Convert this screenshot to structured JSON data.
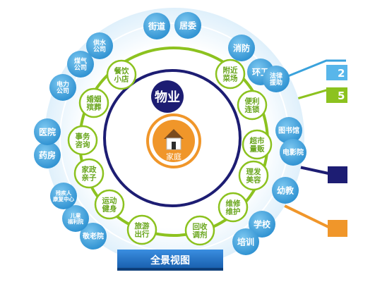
{
  "center": {
    "label": "家庭"
  },
  "management": {
    "label": "物业"
  },
  "middle_ring": [
    "餐饮\n小店",
    "附近\n菜场",
    "便利\n连锁",
    "超市\n量贩",
    "理发\n美容",
    "维修\n维护",
    "回收\n调剂",
    "旅游\n出行",
    "运动\n健身",
    "家政\n亲子",
    "事务\n咨询",
    "婚姻\n殡葬"
  ],
  "outer_ring": [
    "街道",
    "居委",
    "消防",
    "环卫",
    "法律\n援助",
    "图书馆",
    "电影院",
    "幼教",
    "学校",
    "培训",
    "敬老院",
    "儿童\n福利院",
    "残疾人\n康复中心",
    "药房",
    "医院",
    "电力\n公司",
    "煤气\n公司",
    "供水\n公司"
  ],
  "right_labels": [
    "2",
    "5"
  ],
  "footer": {
    "title": "全景视图"
  },
  "colors": {
    "outer_bubble": "#3aa2dc",
    "middle_bubble": "#ffffff",
    "middle_text": "#6aa61e",
    "green_ring": "#8cc21f",
    "navy": "#1d1d73",
    "orange": "#f0962a",
    "banner": "#1f6ec2"
  },
  "icons": {
    "center_icon": "house-icon"
  }
}
